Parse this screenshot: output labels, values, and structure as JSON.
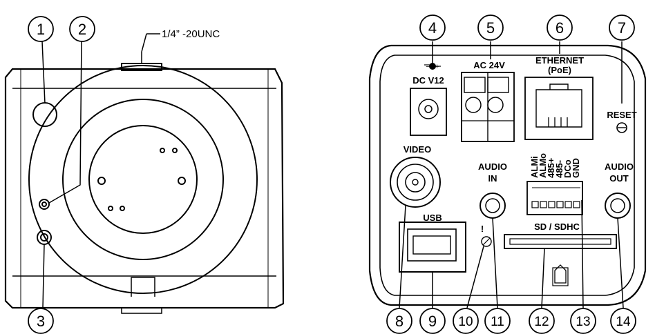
{
  "front": {
    "callouts": [
      "1",
      "2",
      "3"
    ],
    "thread_label": "1/4”  -20UNC"
  },
  "rear": {
    "callouts": [
      "4",
      "5",
      "6",
      "7",
      "8",
      "9",
      "10",
      "11",
      "12",
      "13",
      "14"
    ],
    "labels": {
      "dc": "DC V12",
      "ac": "AC 24V",
      "ethernet": "ETHERNET",
      "poe": "(PoE)",
      "reset": "RESET",
      "video": "VIDEO",
      "audio_in_1": "AUDIO",
      "audio_in_2": "IN",
      "audio_out_1": "AUDIO",
      "audio_out_2": "OUT",
      "usb": "USB",
      "sd": "SD / SDHC",
      "warning": "!",
      "polarity": "−●+"
    },
    "terminal_pins": [
      "ALMi",
      "ALMo",
      "485+",
      "485-",
      "DCo",
      "GND"
    ]
  }
}
